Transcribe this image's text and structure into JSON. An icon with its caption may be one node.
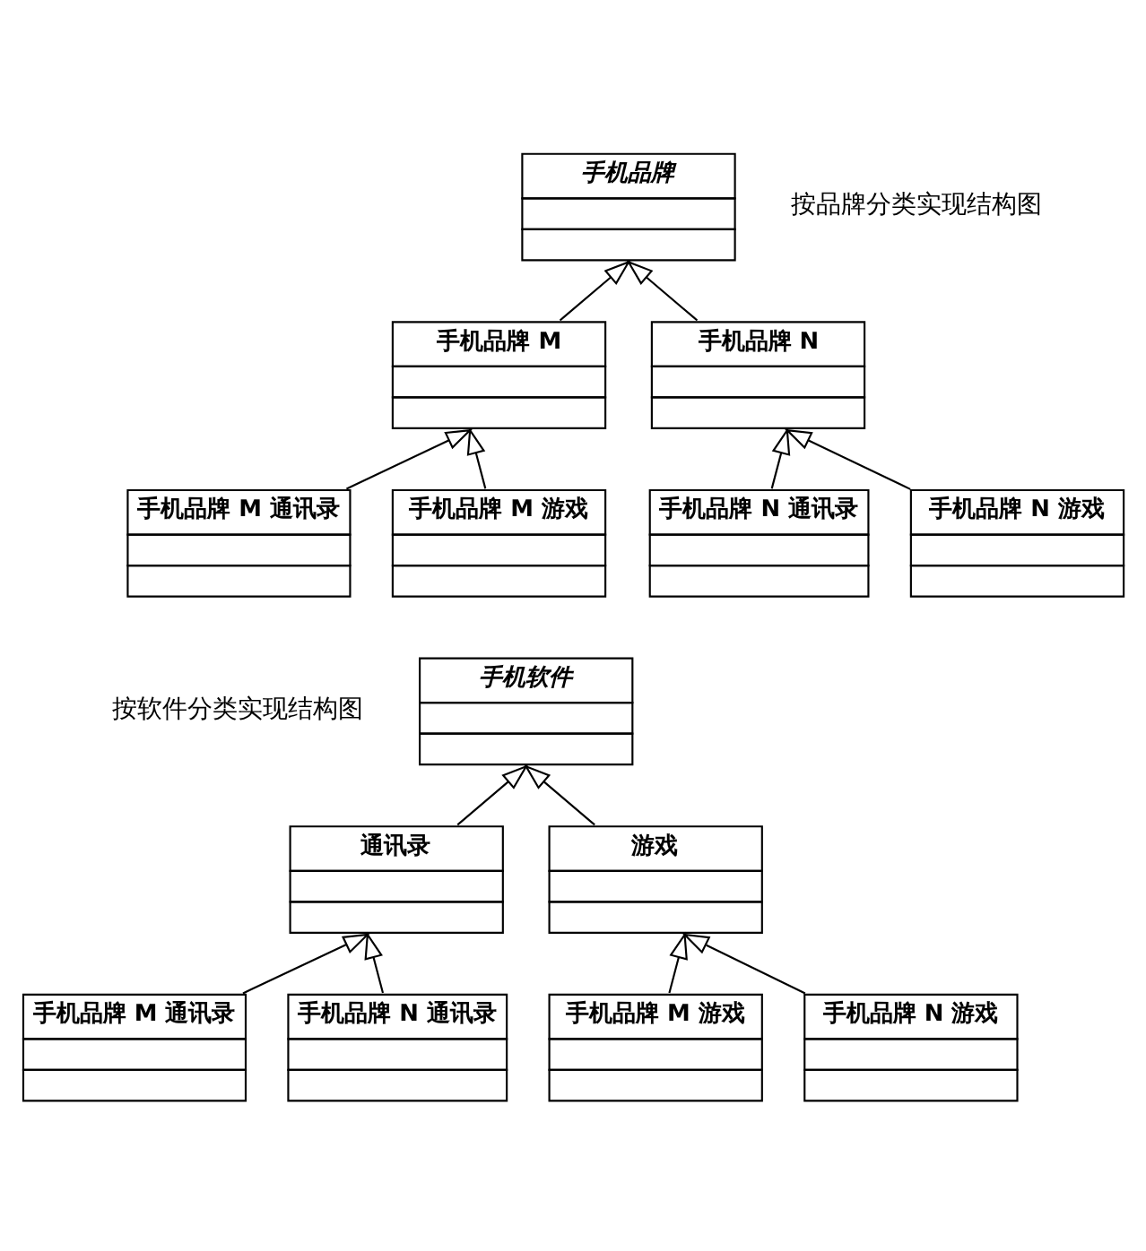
{
  "diagram": {
    "nodes": [
      {
        "text": [
          "手机品牌"
        ]
      },
      {
        "text": [
          "手机品牌 M"
        ]
      },
      {
        "text": [
          "手机品牌 N"
        ]
      },
      {
        "text": [
          "手机品牌 M 通讯录"
        ]
      },
      {
        "text": [
          "手机品牌 M 游戏"
        ]
      },
      {
        "text": [
          "手机品牌 N 通讯录"
        ]
      },
      {
        "text": [
          "手机品牌 N 游戏"
        ]
      },
      {
        "text": [
          "手机软件"
        ]
      },
      {
        "text": [
          "通讯录"
        ]
      },
      {
        "text": [
          "游戏"
        ]
      },
      {
        "text": [
          "手机品牌 M 通讯录"
        ]
      },
      {
        "text": [
          "手机品牌 N 通讯录"
        ]
      },
      {
        "text": [
          "手机品牌 M 游戏"
        ]
      },
      {
        "text": [
          "手机品牌 N 游戏"
        ]
      }
    ],
    "edges": [
      {
        "from": 1,
        "to": 0,
        "arrow": "to"
      },
      {
        "from": 2,
        "to": 0,
        "arrow": "to"
      },
      {
        "from": 3,
        "to": 1,
        "arrow": "to"
      },
      {
        "from": 4,
        "to": 1,
        "arrow": "to"
      },
      {
        "from": 5,
        "to": 2,
        "arrow": "to"
      },
      {
        "from": 6,
        "to": 2,
        "arrow": "to"
      },
      {
        "from": 8,
        "to": 7,
        "arrow": "to"
      },
      {
        "from": 9,
        "to": 7,
        "arrow": "to"
      },
      {
        "from": 10,
        "to": 8,
        "arrow": "to"
      },
      {
        "from": 11,
        "to": 8,
        "arrow": "to"
      },
      {
        "from": 12,
        "to": 9,
        "arrow": "to"
      },
      {
        "from": 13,
        "to": 9,
        "arrow": "to"
      }
    ],
    "labels": [
      "按品牌分类实现结构图",
      "按软件分类实现结构图"
    ]
  }
}
